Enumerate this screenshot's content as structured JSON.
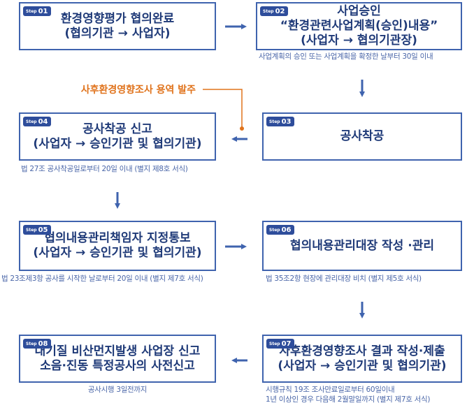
{
  "steps": [
    {
      "badge_prefix": "Step",
      "badge_num": "01",
      "title": "환경영향평가 협의완료\n(협의기관 → 사업자)",
      "note": ""
    },
    {
      "badge_prefix": "Step",
      "badge_num": "02",
      "title": "사업승인\n“환경관련사업계획(승인)내용”\n(사업자 → 협의기관장)",
      "note": "사업계획의 승인 또는 사업계획을 확정한 날부터 30일 이내"
    },
    {
      "badge_prefix": "Step",
      "badge_num": "03",
      "title": "공사착공",
      "note": ""
    },
    {
      "badge_prefix": "Step",
      "badge_num": "04",
      "title": "공사착공 신고\n(사업자 → 승인기관 및 협의기관)",
      "note": "법 27조 공사착공일로부터 20일 이내 (별지 제8호 서식)"
    },
    {
      "badge_prefix": "Step",
      "badge_num": "05",
      "title": "협의내용관리책임자 지정통보\n(사업자 → 승인기관 및 협의기관)",
      "note": "법 23조제3항 공사를 시작한 날로부터 20일 이내 (별지 제7호 서식)"
    },
    {
      "badge_prefix": "Step",
      "badge_num": "06",
      "title": "협의내용관리대장 작성 ·관리",
      "note": "법 35조2항 현장에 관리대장 비치 (별지 제5호 서식)"
    },
    {
      "badge_prefix": "Step",
      "badge_num": "07",
      "title": "사후환경영향조사 결과 작성·제출\n(사업자 → 승인기관 및 협의기관)",
      "note": "시행규칙 19조 조사만료일로부터 60일이내\n1년 이상인 경우 다음해 2월말일까지 (별지 제7호 서식)"
    },
    {
      "badge_prefix": "Step",
      "badge_num": "08",
      "title": "대기질 비산먼지발생 사업장 신고\n소음·진동 특정공사의 사전신고",
      "note": "공사시행 3일전까지"
    }
  ],
  "side_label": "사후환경영향조사 용역 발주",
  "colors": {
    "box_border": "#3f63ae",
    "title": "#1f3a78",
    "badge": "#2e4d9b",
    "note": "#4a66a8",
    "arrow": "#3f63ae",
    "order_line": "#e0731c"
  },
  "icons": {
    "arrow": "arrow-icon",
    "dot": "dot-icon"
  }
}
